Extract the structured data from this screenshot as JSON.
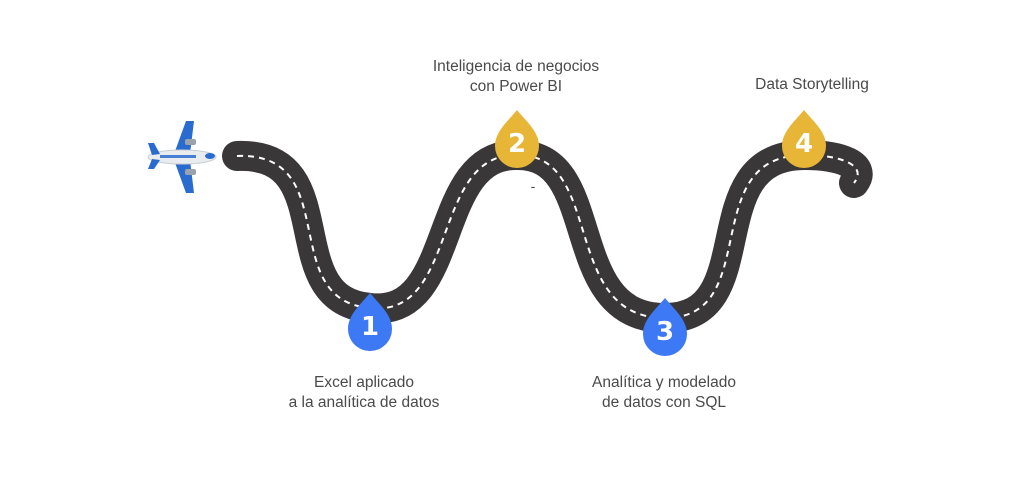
{
  "steps": [
    {
      "number": "1",
      "label_lines": [
        "Excel aplicado",
        "a la analítica de datos"
      ],
      "color": "#3d78f5"
    },
    {
      "number": "2",
      "label_lines": [
        "Inteligencia de negocios",
        "con Power BI"
      ],
      "color": "#e8b636"
    },
    {
      "number": "3",
      "label_lines": [
        "Analítica y modelado",
        "de datos con SQL"
      ],
      "color": "#3d78f5"
    },
    {
      "number": "4",
      "label_lines": [
        "Data Storytelling"
      ],
      "color": "#e8b636"
    }
  ],
  "extra_mark": "-",
  "colors": {
    "road": "#3a3738",
    "dash": "#ffffff",
    "text": "#4a4a4a",
    "plane_body": "#e9ecee",
    "plane_wing": "#2a6bd0"
  },
  "icons": {
    "start": "airplane-icon",
    "markers": "map-pin-icon"
  }
}
